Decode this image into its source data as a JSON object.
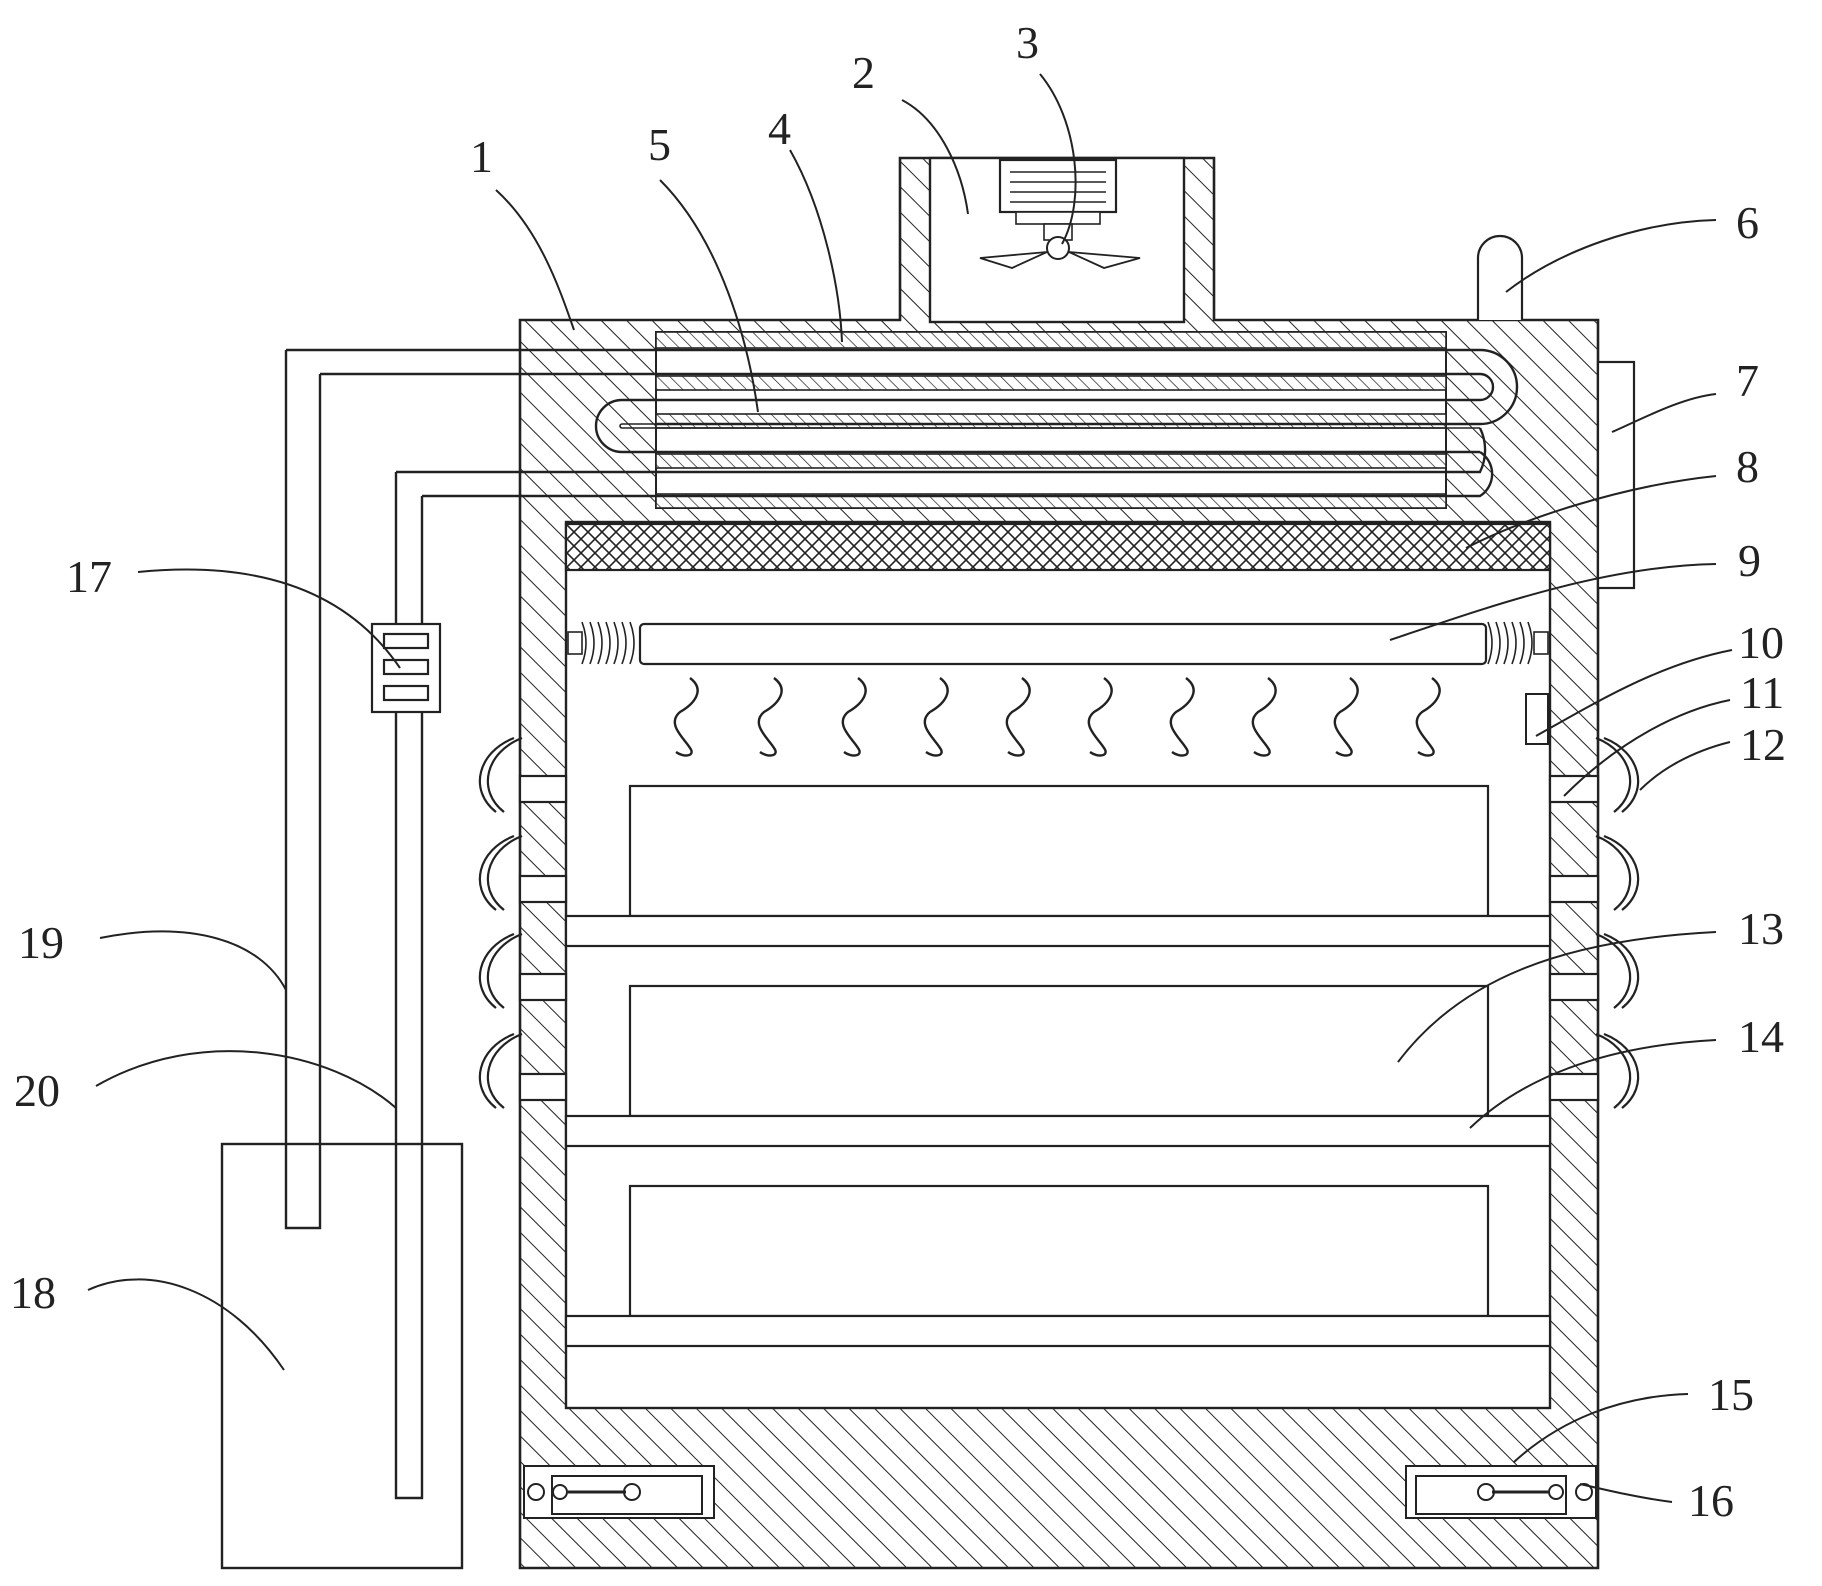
{
  "labels": {
    "l1": "1",
    "l2": "2",
    "l3": "3",
    "l4": "4",
    "l5": "5",
    "l6": "6",
    "l7": "7",
    "l8": "8",
    "l9": "9",
    "l10": "10",
    "l11": "11",
    "l12": "12",
    "l13": "13",
    "l14": "14",
    "l15": "15",
    "l16": "16",
    "l17": "17",
    "l18": "18",
    "l19": "19",
    "l20": "20"
  },
  "colors": {
    "line": "#222222",
    "background": "#ffffff"
  }
}
